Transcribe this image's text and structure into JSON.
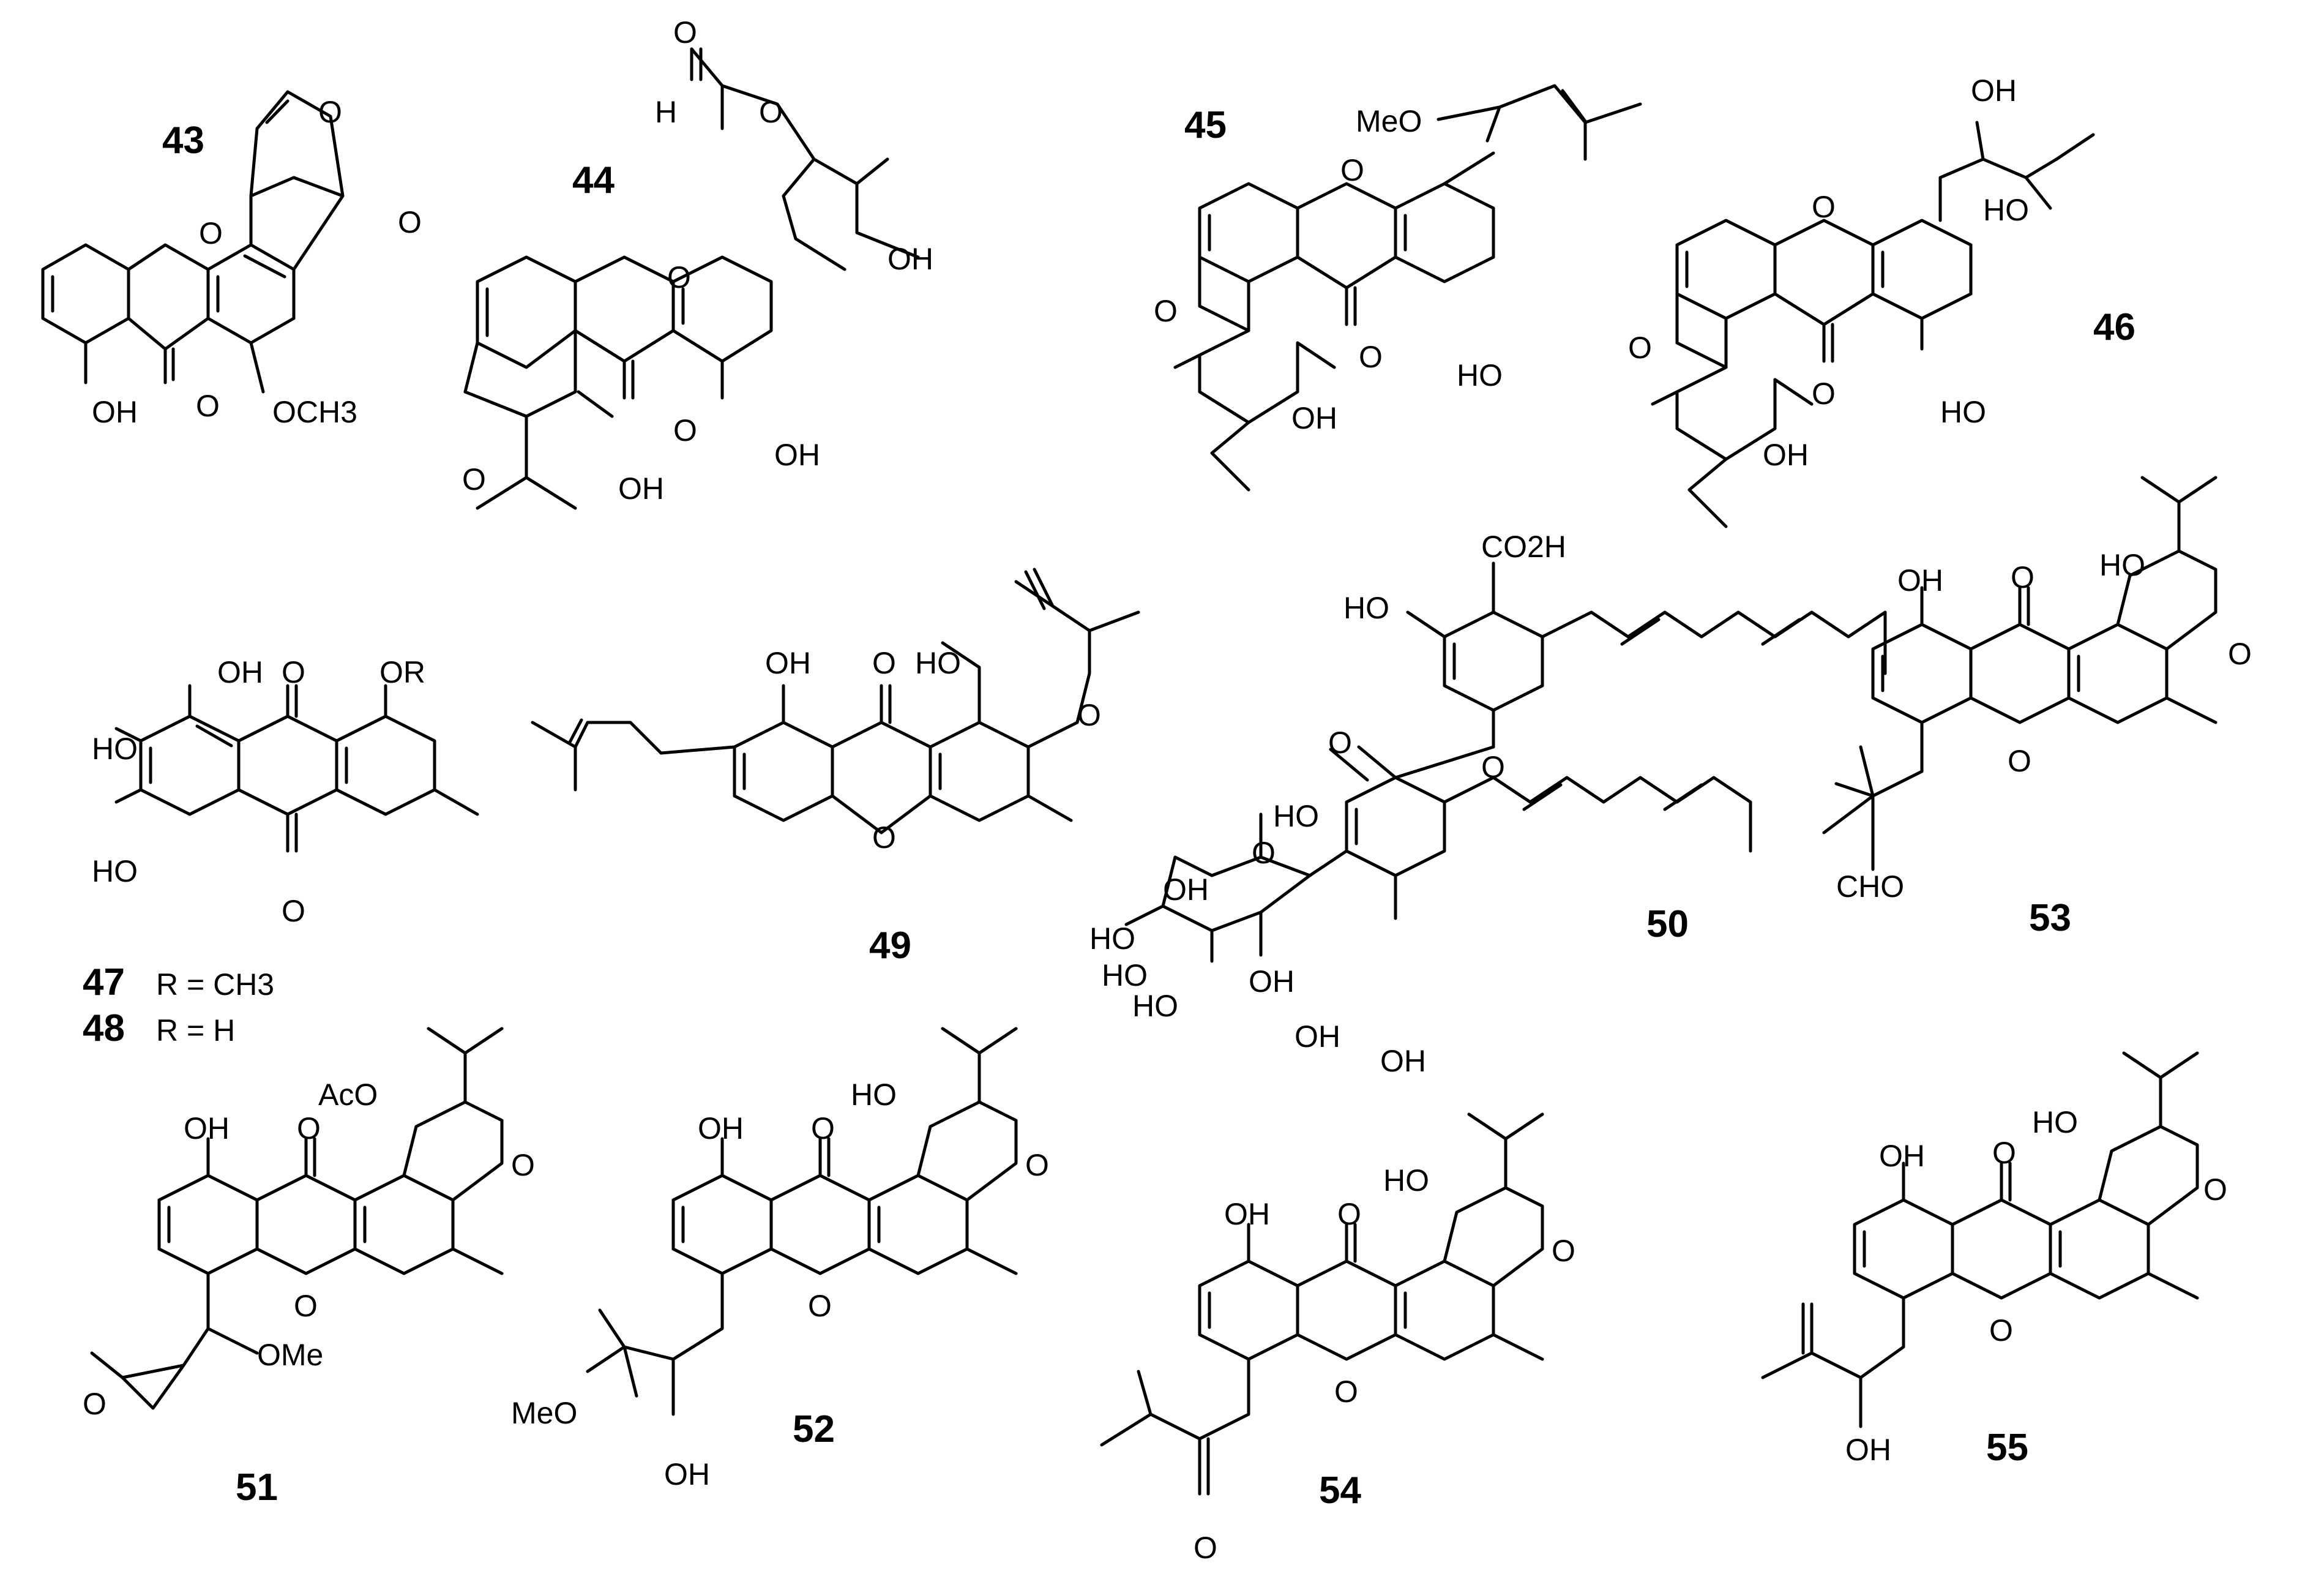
{
  "compounds": [
    {
      "id": "c43",
      "number": "43",
      "labels": [
        "O",
        "O",
        "O",
        "O",
        "OH",
        "OCH3"
      ]
    },
    {
      "id": "c44",
      "number": "44",
      "labels": [
        "O",
        "H",
        "O",
        "OH",
        "O",
        "O",
        "O",
        "OH",
        "OH"
      ]
    },
    {
      "id": "c45",
      "number": "45",
      "labels": [
        "MeO",
        "O",
        "O",
        "O",
        "HO",
        "OH"
      ]
    },
    {
      "id": "c46",
      "number": "46",
      "labels": [
        "OH",
        "HO",
        "O",
        "O",
        "O",
        "HO",
        "OH"
      ]
    },
    {
      "id": "c47_48",
      "number_a": "47",
      "caption_a": "R = CH3",
      "number_b": "48",
      "caption_b": "R = H",
      "labels": [
        "OH",
        "O",
        "OR",
        "HO",
        "HO",
        "O"
      ]
    },
    {
      "id": "c49",
      "number": "49",
      "labels": [
        "HO",
        "OH",
        "O",
        "O",
        "O"
      ]
    },
    {
      "id": "c50",
      "number": "50",
      "labels": [
        "CO2H",
        "HO",
        "O",
        "O",
        "HO",
        "OH",
        "O",
        "HO",
        "HO",
        "HO",
        "OH",
        "OH",
        "OH"
      ]
    },
    {
      "id": "c51",
      "number": "51",
      "labels": [
        "OH",
        "O",
        "AcO",
        "O",
        "O",
        "OMe",
        "O"
      ]
    },
    {
      "id": "c52",
      "number": "52",
      "labels": [
        "OH",
        "O",
        "HO",
        "O",
        "O",
        "MeO",
        "OH"
      ]
    },
    {
      "id": "c53",
      "number": "53",
      "labels": [
        "OH",
        "O",
        "HO",
        "O",
        "O",
        "CHO"
      ]
    },
    {
      "id": "c54",
      "number": "54",
      "labels": [
        "OH",
        "O",
        "HO",
        "O",
        "O",
        "O"
      ]
    },
    {
      "id": "c55",
      "number": "55",
      "labels": [
        "OH",
        "O",
        "HO",
        "O",
        "O",
        "OH"
      ]
    }
  ]
}
